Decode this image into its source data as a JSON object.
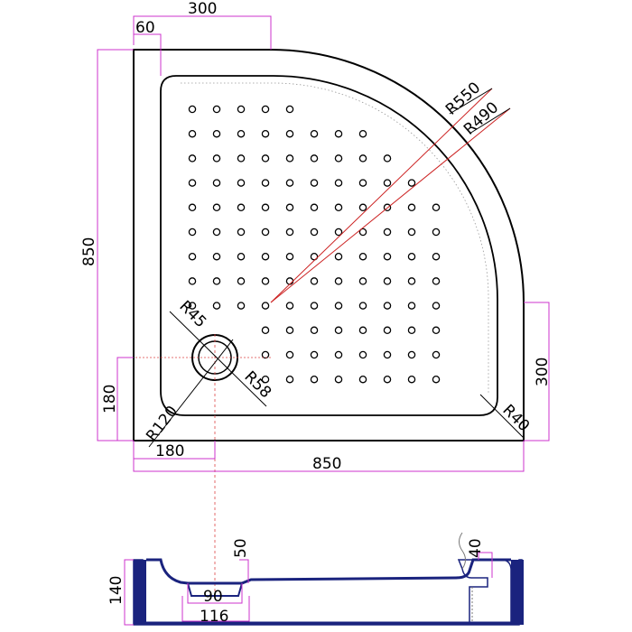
{
  "drawing": {
    "top": {
      "width_total": "850",
      "height_total": "850",
      "top_straight": "300",
      "rim_width": "60",
      "side_straight": "300",
      "drain_offset_x": "180",
      "drain_offset_y": "180",
      "radius_outer": "R550",
      "radius_inner": "R490",
      "radius_drain_outer": "R58",
      "radius_drain_inner": "R45",
      "radius_drain_zone": "R120",
      "radius_corner": "R40"
    },
    "section": {
      "height": "140",
      "depth": "50",
      "lip": "40",
      "drain_inner": "90",
      "drain_outer": "116"
    },
    "colors": {
      "outline": "#000000",
      "dimension": "#cc33cc",
      "radius_line": "#cc2222",
      "center_line": "#dd4444",
      "section_fill": "#1a237e"
    }
  }
}
